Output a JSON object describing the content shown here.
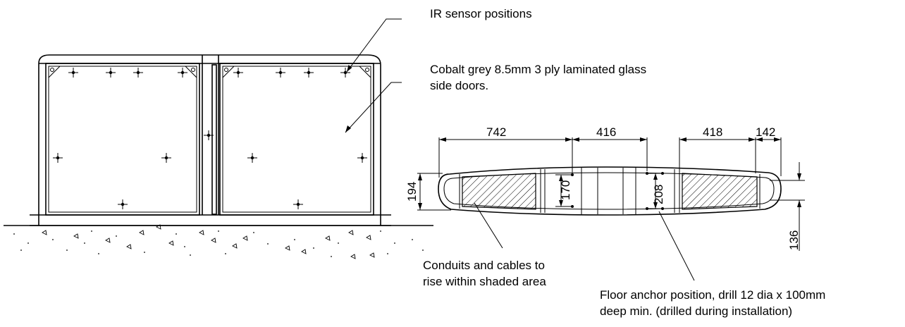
{
  "annotations": {
    "ir_sensor": "IR sensor positions",
    "glass": [
      "Cobalt grey 8.5mm 3 ply laminated glass",
      "side doors."
    ],
    "conduits": [
      "Conduits and cables to",
      "rise within shaded area"
    ],
    "anchor": [
      "Floor anchor position, drill 12 dia x 100mm",
      "deep min. (drilled during installation)"
    ]
  },
  "dimensions": {
    "d742": "742",
    "d416": "416",
    "d418": "418",
    "d142": "142",
    "d194": "194",
    "d170": "170",
    "d208": "208",
    "d136": "136"
  }
}
